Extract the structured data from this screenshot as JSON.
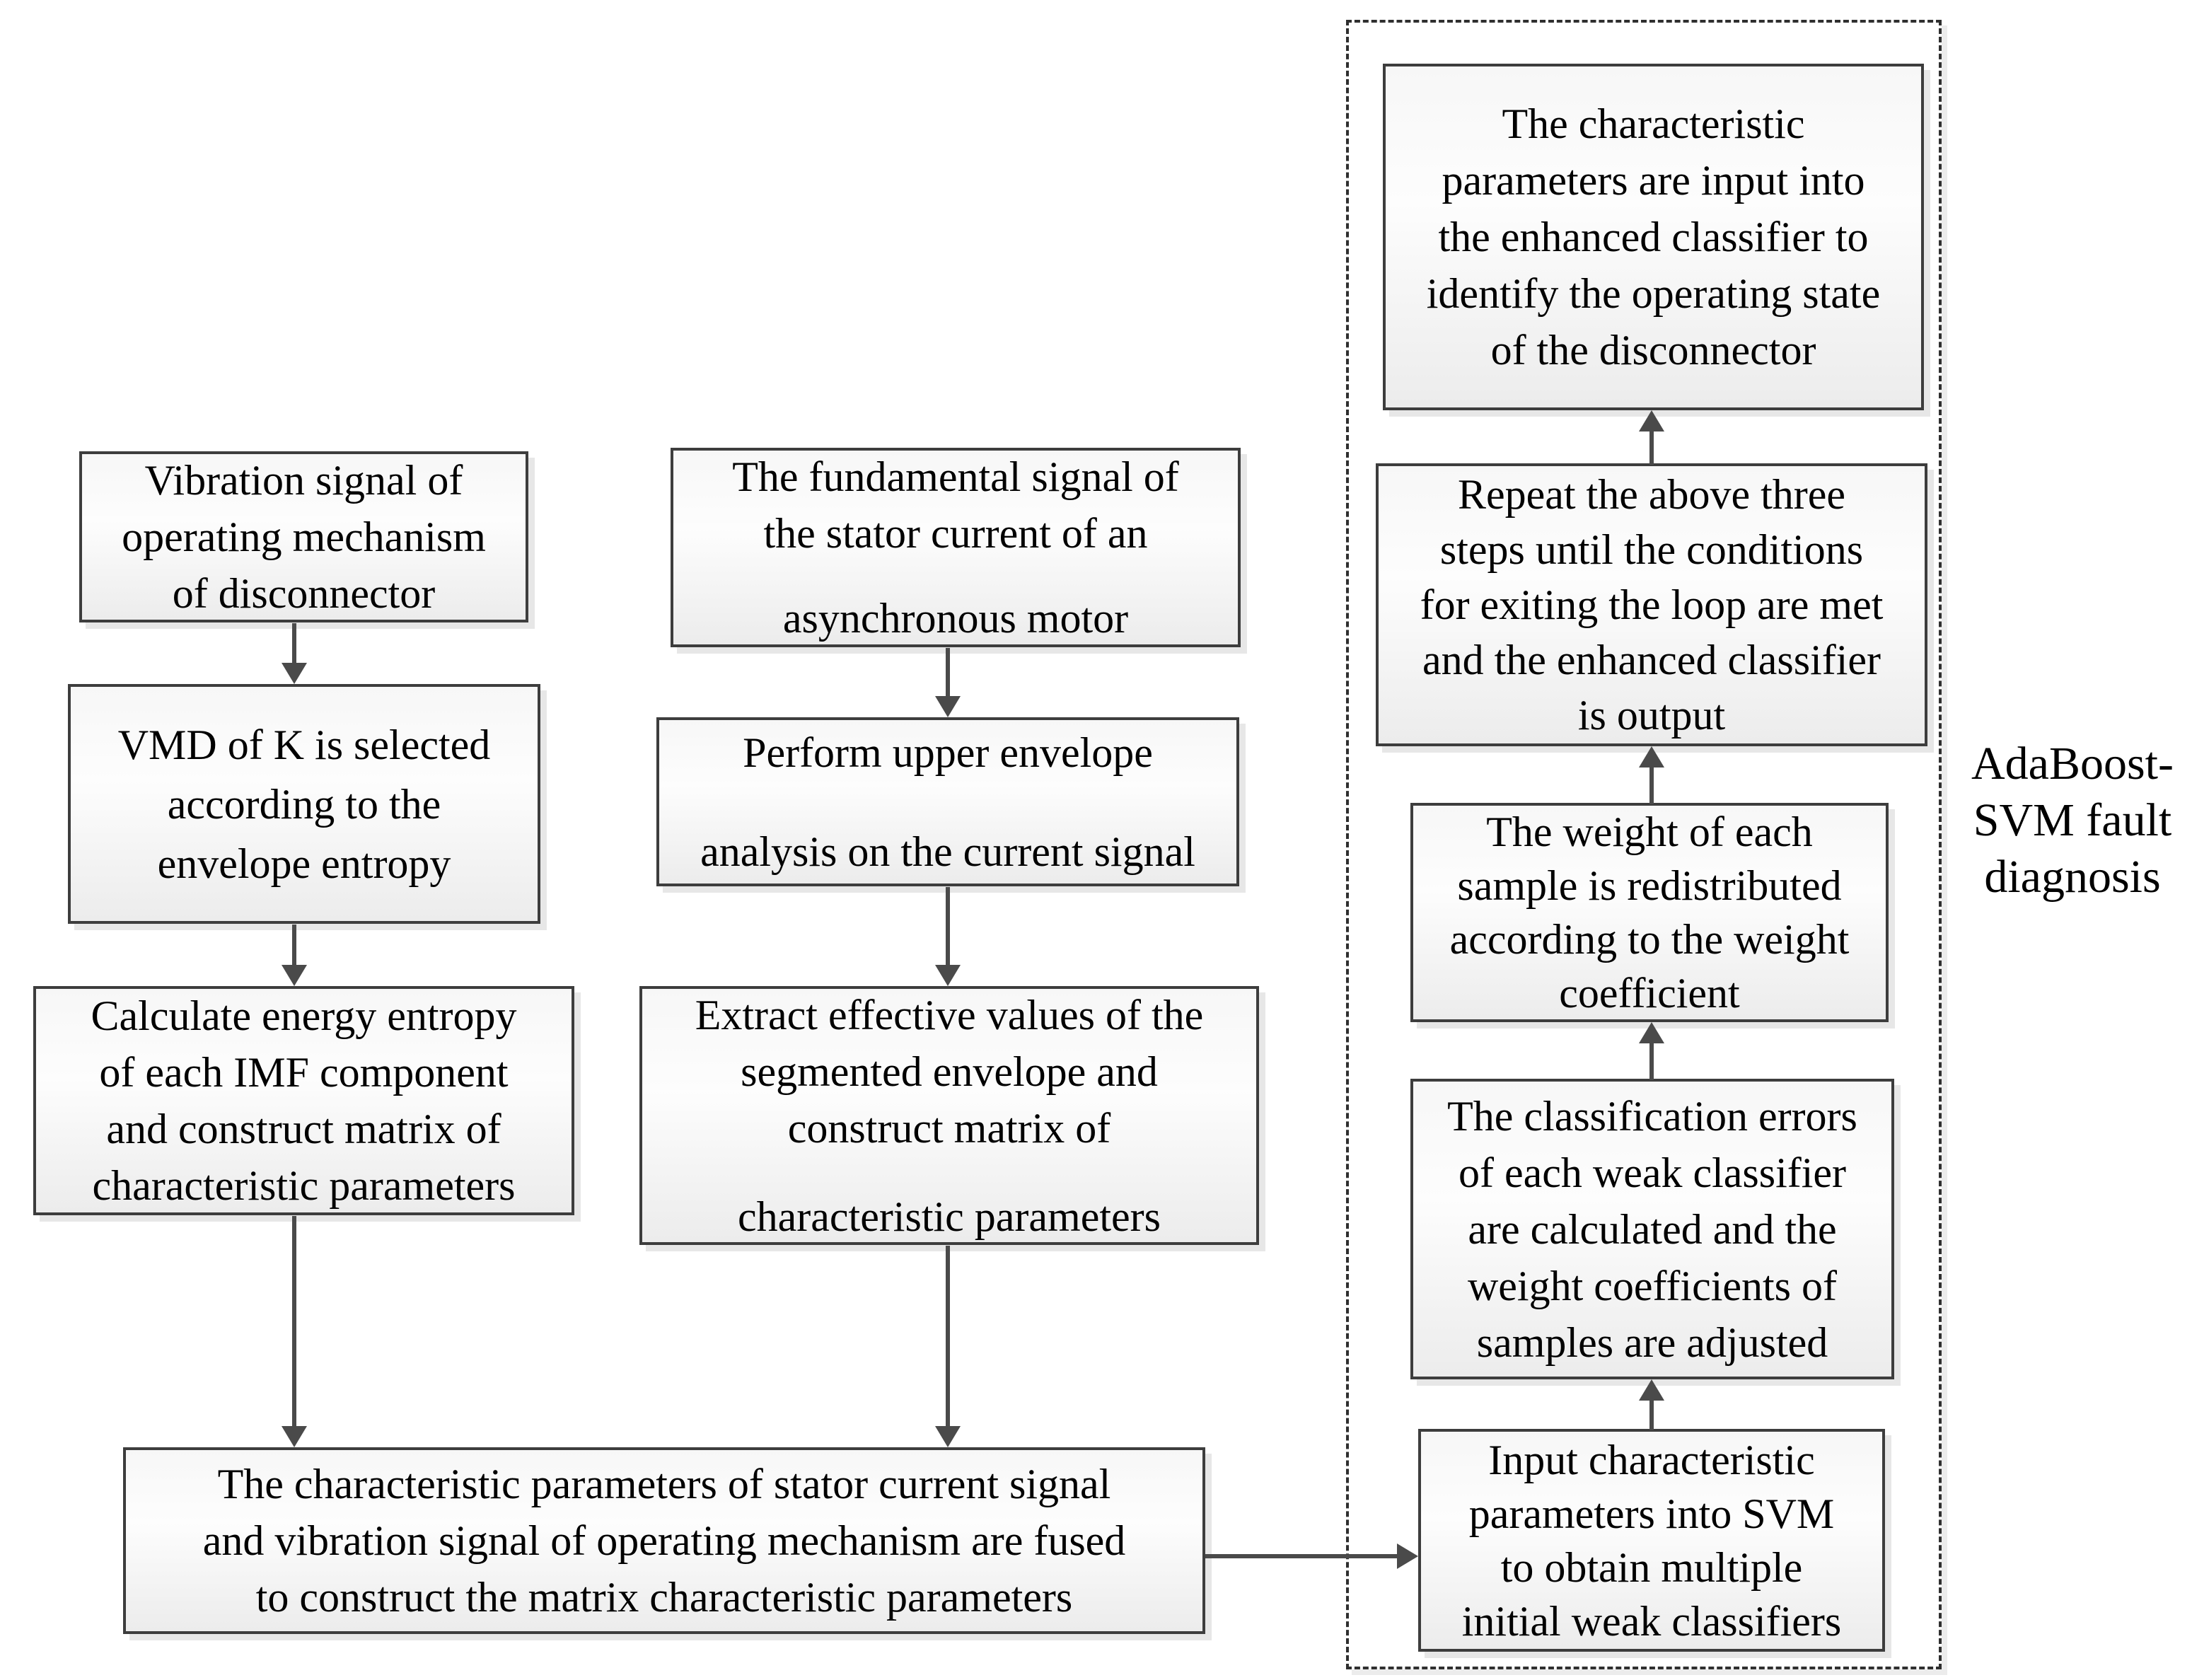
{
  "boxes": {
    "l1": {
      "lines": [
        "Vibration signal of",
        "operating mechanism",
        "of disconnector"
      ]
    },
    "l2": {
      "lines": [
        "VMD of K is selected",
        "according to the",
        "envelope entropy"
      ]
    },
    "l3": {
      "lines": [
        "Calculate energy entropy",
        "of each IMF component",
        "and construct matrix of",
        "characteristic parameters"
      ]
    },
    "m1": {
      "lines": [
        "The fundamental signal of",
        "the stator current of an",
        "asynchronous motor"
      ]
    },
    "m2": {
      "lines": [
        "Perform upper envelope",
        "analysis on the current signal"
      ]
    },
    "m3": {
      "lines": [
        "Extract effective values of the",
        "segmented envelope and",
        "construct matrix of",
        "characteristic parameters"
      ]
    },
    "bottom": {
      "lines": [
        "The characteristic parameters of stator current signal",
        "and vibration signal of operating mechanism are fused",
        "to construct the matrix characteristic parameters"
      ]
    },
    "r1": {
      "lines": [
        "Input characteristic",
        "parameters into SVM",
        "to obtain multiple",
        "initial weak classifiers"
      ]
    },
    "r2": {
      "lines": [
        "The classification errors",
        "of each weak classifier",
        "are calculated and the",
        "weight coefficients of",
        "samples are adjusted"
      ]
    },
    "r3": {
      "lines": [
        "The weight of each",
        "sample is redistributed",
        "according to the weight",
        "coefficient"
      ]
    },
    "r4": {
      "lines": [
        "Repeat the above three",
        "steps until the conditions",
        "for exiting the loop are met",
        "and the enhanced classifier",
        "is output"
      ]
    },
    "r5": {
      "lines": [
        "The characteristic",
        "parameters are input into",
        "the enhanced classifier to",
        "identify the operating state",
        "of the disconnector"
      ]
    }
  },
  "side_label": {
    "lines": [
      "AdaBoost-",
      "SVM fault",
      "diagnosis"
    ]
  },
  "colors": {
    "box_border": "#3d3d3d",
    "dashed_border": "#2f2f2f",
    "arrow": "#4a4a4a",
    "text": "#000000",
    "box_fill_top": "#f7f7f7",
    "box_fill_bottom": "#ececec"
  }
}
